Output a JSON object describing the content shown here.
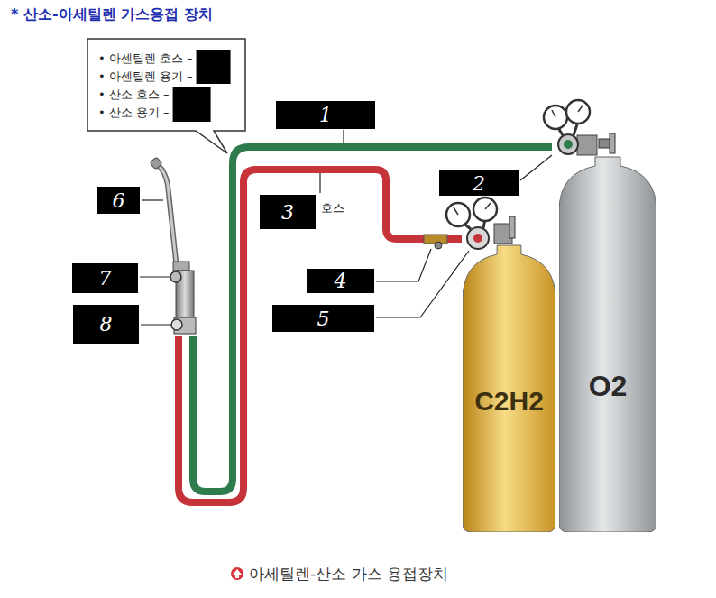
{
  "diagram": {
    "title": "* 산소-아세틸렌 가스용접 장치",
    "caption": "아세틸렌-산소 가스 용접장치",
    "nodes": [
      {
        "text": [
          "• 아센틸렌 호스 –",
          "• 아센틸렌 용기 –",
          "• 산소 호스 –",
          "• 산소 용기 –"
        ]
      },
      {
        "text": [
          "1"
        ]
      },
      {
        "text": [
          "2"
        ]
      },
      {
        "text": [
          "6"
        ]
      },
      {
        "text": [
          "3"
        ]
      },
      {
        "text": [
          "7"
        ]
      },
      {
        "text": [
          "4"
        ]
      },
      {
        "text": [
          "8"
        ]
      },
      {
        "text": [
          "5"
        ]
      },
      {
        "text": [
          "C2H2"
        ]
      },
      {
        "text": [
          "O2"
        ]
      }
    ],
    "labels": [
      "호스"
    ]
  }
}
